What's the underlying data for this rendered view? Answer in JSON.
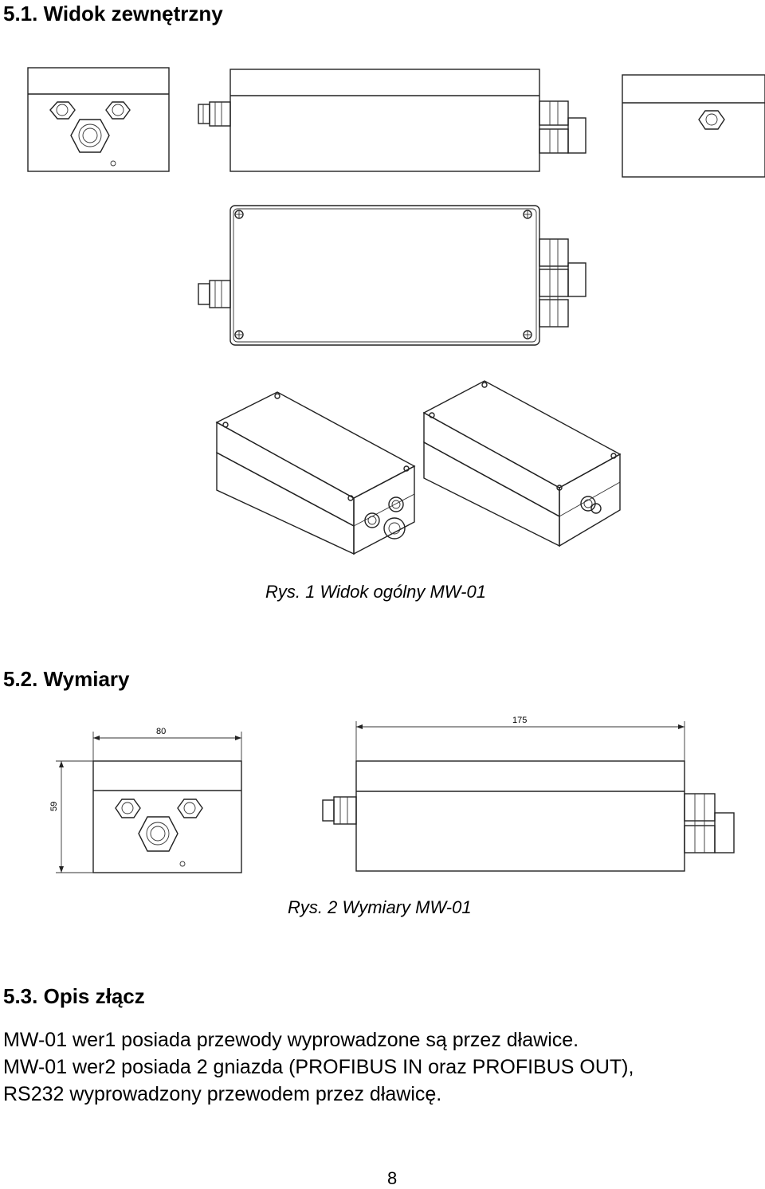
{
  "sections": {
    "s51": "5.1.  Widok zewnętrzny",
    "s52": "5.2.  Wymiary",
    "s53": "5.3.  Opis złącz"
  },
  "captions": {
    "fig1": "Rys. 1 Widok ogólny MW-01",
    "fig2": "Rys. 2 Wymiary MW-01"
  },
  "dimensions": {
    "width_label": "80",
    "height_label": "59",
    "length_label": "175"
  },
  "description": {
    "line1": "MW-01 wer1 posiada przewody wyprowadzone są przez dławice.",
    "line2": "MW-01 wer2 posiada 2 gniazda (PROFIBUS IN oraz PROFIBUS OUT),",
    "line3": "RS232 wyprowadzony przewodem przez dławicę."
  },
  "page_number": "8"
}
